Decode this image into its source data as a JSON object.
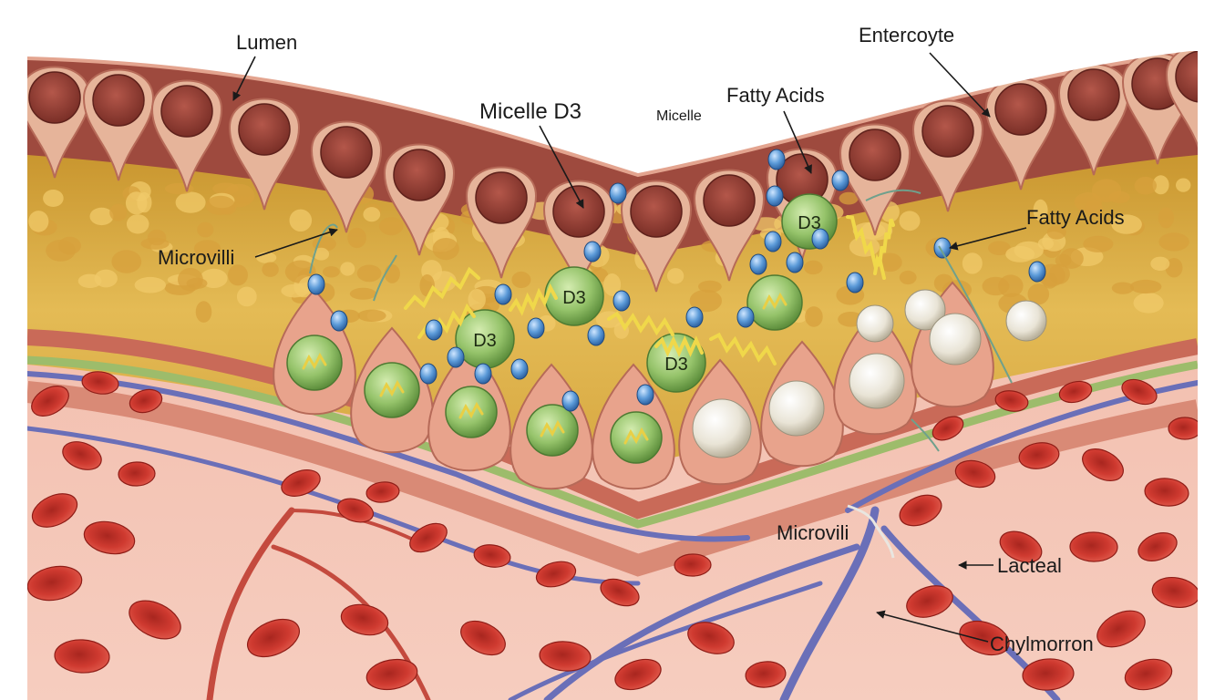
{
  "labels": {
    "lumen": "Lumen",
    "enterocyte": "Entercoyte",
    "micelle_d3": "Micelle D3",
    "micelle": "Micelle",
    "fatty_acids_top": "Fatty Acids",
    "fatty_acids_right": "Fatty Acids",
    "microvilli_left": "Microvilli",
    "microvili_bottom": "Microvili",
    "lacteal": "Lacteal",
    "chylomicron": "Chylmorron"
  },
  "micelle_text": "D3",
  "colors": {
    "tissue": "#9e4a3e",
    "villus": "#e6b49a",
    "fat_layer": "#dcae48",
    "micelle": "#8fbf63",
    "droplet": "#5b9ad8",
    "chylomicron": "#ece8dc",
    "green_membrane": "#9dbc6b",
    "vessel": "#6a6fb8",
    "blood_cell": "#c8362e",
    "arrow": "#9ccf88"
  }
}
